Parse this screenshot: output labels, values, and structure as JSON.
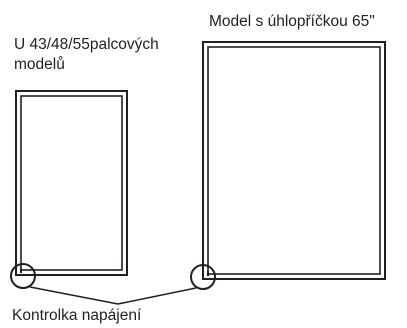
{
  "labels": {
    "small_models_line1": "U 43/48/55palcových",
    "small_models_line2": "modelů",
    "large_model": "Model s úhlopříčkou 65\"",
    "power_indicator": "Kontrolka napájení"
  },
  "colors": {
    "frame": "#231f20",
    "screen": "#ffffff",
    "callout": "#231f20"
  },
  "icons": {
    "indicator_marker": "power-indicator-circle"
  }
}
